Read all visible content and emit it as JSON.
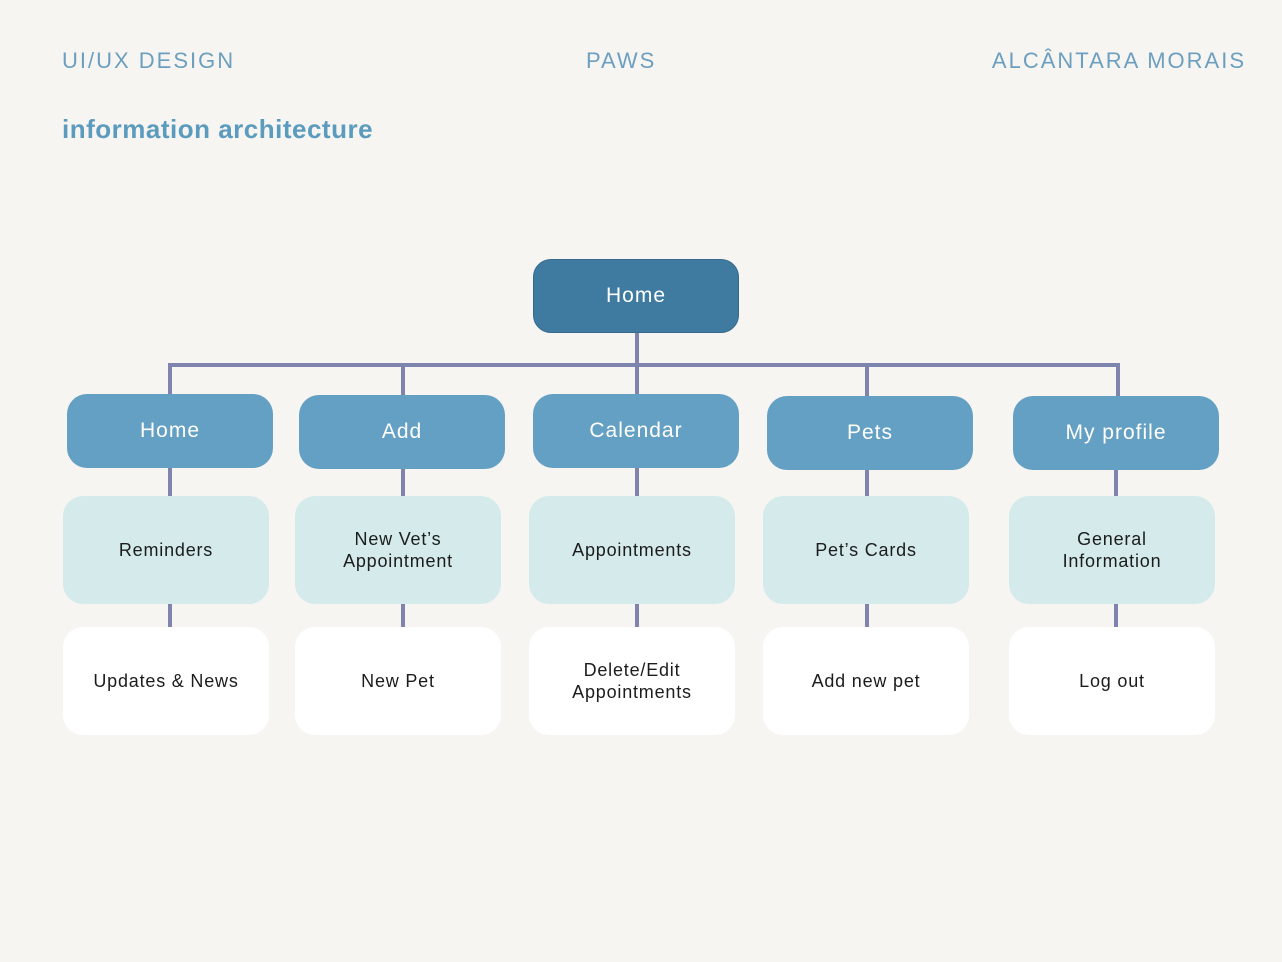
{
  "header": {
    "left": "UI/UX DESIGN",
    "center": "PAWS",
    "right": "ALCÂNTARA MORAIS"
  },
  "section_title": "information architecture",
  "colors": {
    "background": "#f7f5f2",
    "header_text": "#6c9fbf",
    "root_node": "#3f7aa0",
    "level1_node": "#64a0c3",
    "level2_node": "#d4eaeb",
    "level3_node": "#ffffff",
    "connector": "#7e84ad"
  },
  "diagram": {
    "root": "Home",
    "branches": [
      {
        "label": "Home",
        "child": "Reminders",
        "grandchild": "Updates & News"
      },
      {
        "label": "Add",
        "child": "New Vet’s\nAppointment",
        "grandchild": "New Pet"
      },
      {
        "label": "Calendar",
        "child": "Appointments",
        "grandchild": "Delete/Edit\nAppointments"
      },
      {
        "label": "Pets",
        "child": "Pet’s Cards",
        "grandchild": "Add new pet"
      },
      {
        "label": "My profile",
        "child": "General\nInformation",
        "grandchild": "Log out"
      }
    ]
  }
}
